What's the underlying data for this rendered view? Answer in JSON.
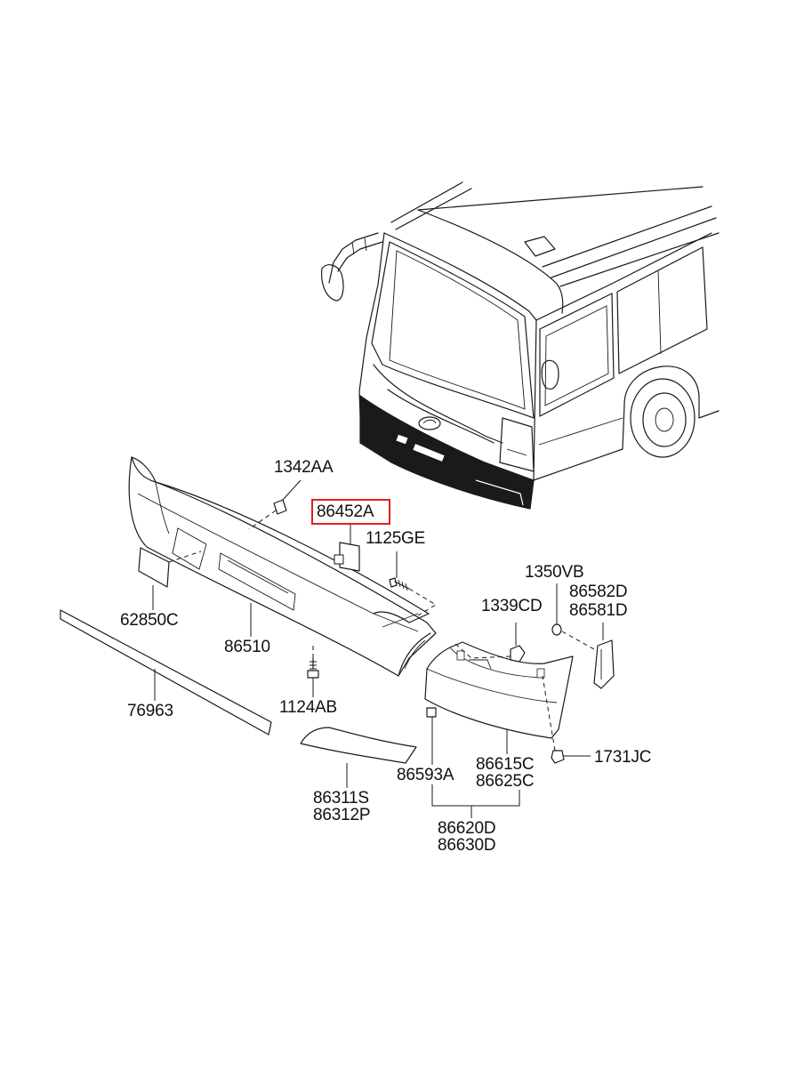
{
  "diagram": {
    "highlight_color": "#e02020",
    "parts": [
      {
        "id": "p1342AA",
        "label": "1342AA"
      },
      {
        "id": "p86452A",
        "label": "86452A",
        "highlighted": true
      },
      {
        "id": "p1125GE",
        "label": "1125GE"
      },
      {
        "id": "p1350VB",
        "label": "1350VB"
      },
      {
        "id": "p86582D",
        "label": "86582D"
      },
      {
        "id": "p86581D",
        "label": "86581D"
      },
      {
        "id": "p1339CD",
        "label": "1339CD"
      },
      {
        "id": "p62850C",
        "label": "62850C"
      },
      {
        "id": "p86510",
        "label": "86510"
      },
      {
        "id": "p76963",
        "label": "76963"
      },
      {
        "id": "p1124AB",
        "label": "1124AB"
      },
      {
        "id": "p1731JC",
        "label": "1731JC"
      },
      {
        "id": "p86615C",
        "label": "86615C"
      },
      {
        "id": "p86625C",
        "label": "86625C"
      },
      {
        "id": "p86593A",
        "label": "86593A"
      },
      {
        "id": "p86311S",
        "label": "86311S"
      },
      {
        "id": "p86312P",
        "label": "86312P"
      },
      {
        "id": "p86620D",
        "label": "86620D"
      },
      {
        "id": "p86630D",
        "label": "86630D"
      }
    ]
  }
}
